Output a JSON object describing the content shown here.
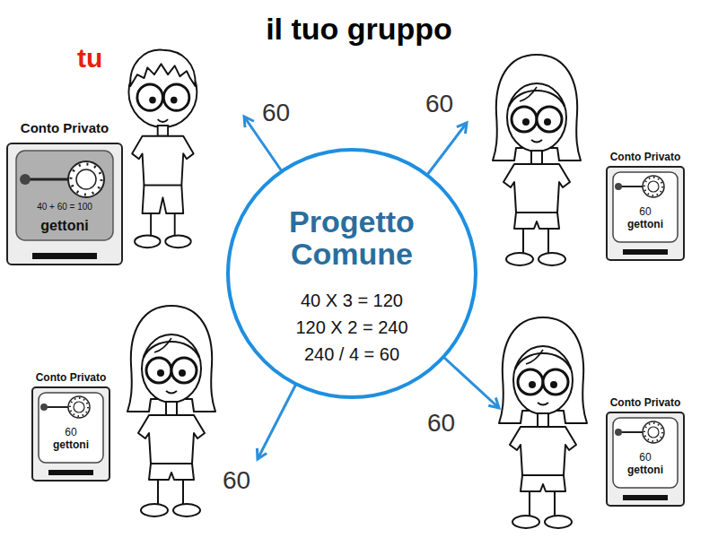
{
  "diagram": {
    "title": "il tuo gruppo",
    "nodes": [
      {
        "text": [
          "Conto Privato",
          "40 + 60 = 100",
          "gettoni"
        ]
      },
      {
        "text": [
          "Conto Privato",
          "60",
          "gettoni"
        ]
      },
      {
        "text": [
          "Progetto Comune",
          "40 X 3 = 120",
          "120 X 2 = 240",
          "240 / 4 = 60"
        ]
      },
      {
        "text": [
          "Conto Privato",
          "60",
          "gettoni"
        ]
      },
      {
        "text": [
          "Conto Privato",
          "60",
          "gettoni"
        ]
      }
    ],
    "labels": [
      "tu",
      "60",
      "60",
      "60",
      "60"
    ]
  }
}
